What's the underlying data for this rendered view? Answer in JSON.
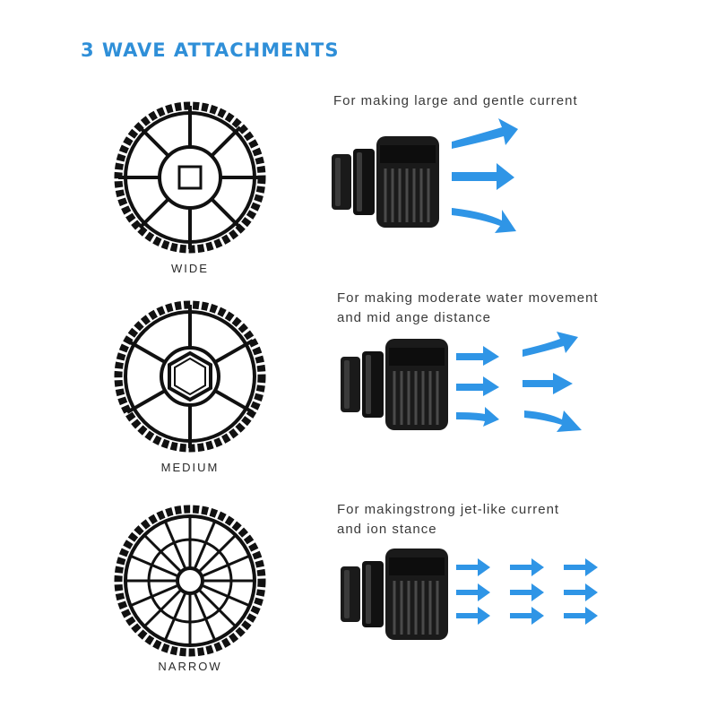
{
  "title": "3 WAVE ATTACHMENTS",
  "sections": [
    {
      "label": "WIDE",
      "desc_line1": "For making large and gentle current",
      "desc_line2": "",
      "wheel_icon": "wide-wheel-icon",
      "flow_icon": "gentle-current-arrows-icon"
    },
    {
      "label": "MEDIUM",
      "desc_line1": "For making moderate water movement",
      "desc_line2": "and mid  ange distance",
      "wheel_icon": "medium-wheel-icon",
      "flow_icon": "moderate-current-arrows-icon"
    },
    {
      "label": "NARROW",
      "desc_line1": "For makingstrong jet-like current",
      "desc_line2": "and ion    stance",
      "wheel_icon": "narrow-wheel-icon",
      "flow_icon": "jet-current-arrows-icon"
    }
  ],
  "colors": {
    "title": "#2f8fd8",
    "arrow": "#2f95e6",
    "wheel": "#111111",
    "pump": "#1a1a1a"
  }
}
